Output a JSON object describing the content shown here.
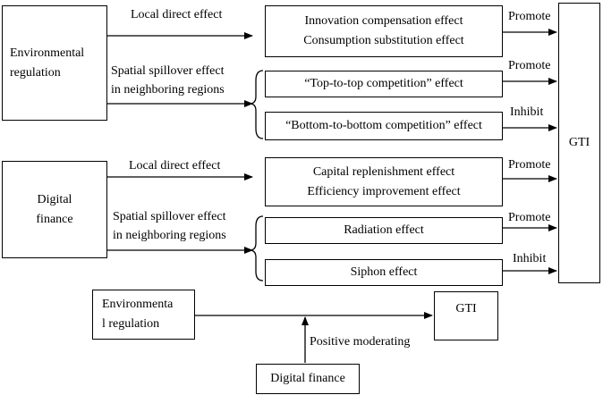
{
  "top": {
    "source": [
      "Environmental",
      "regulation"
    ],
    "local_label": "Local direct effect",
    "local_box": [
      "Innovation compensation effect",
      "Consumption substitution effect"
    ],
    "local_result": "Promote",
    "spill_label": [
      "Spatial spillover effect",
      "in neighboring regions"
    ],
    "spill_box_1": "“Top-to-top competition” effect",
    "spill_result_1": "Promote",
    "spill_box_2": "“Bottom-to-bottom competition” effect",
    "spill_result_2": "Inhibit"
  },
  "middle": {
    "source": [
      "Digital",
      "finance"
    ],
    "local_label": "Local direct effect",
    "local_box": [
      "Capital replenishment effect",
      "Efficiency improvement effect"
    ],
    "local_result": "Promote",
    "spill_label": [
      "Spatial spillover effect",
      "in neighboring regions"
    ],
    "spill_box_1": "Radiation effect",
    "spill_result_1": "Promote",
    "spill_box_2": "Siphon effect",
    "spill_result_2": "Inhibit"
  },
  "gti": "GTI",
  "bottom": {
    "source": [
      "Environmenta",
      "l regulation"
    ],
    "target": "GTI",
    "moderator": "Digital finance",
    "moderator_label": "Positive moderating"
  }
}
